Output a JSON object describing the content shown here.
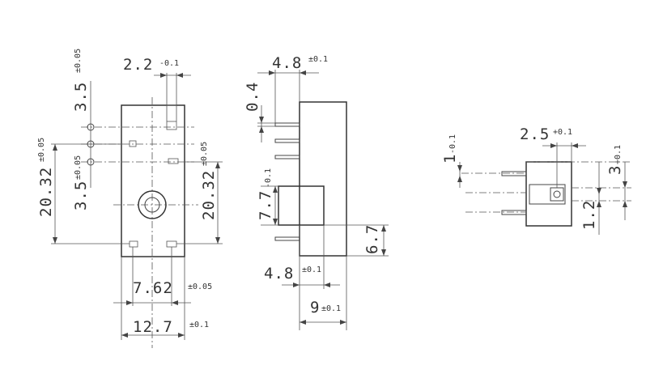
{
  "front_view": {
    "top_width": "2.2",
    "top_width_tol": "-0.1",
    "pitch_top": "3.5",
    "pitch_top_tol": "±0.05",
    "pitch_mid": "3.5",
    "pitch_mid_tol": "±0.05",
    "height_left": "20.32",
    "height_left_tol": "±0.05",
    "height_right": "20.32",
    "height_right_tol": "±0.05",
    "pin_span": "7.62",
    "pin_span_tol": "±0.05",
    "body_width": "12.7",
    "body_width_tol": "±0.1"
  },
  "side_view": {
    "top_offset": "4.8",
    "top_offset_tol": "±0.1",
    "pin_thickness": "0.4",
    "actuator_height": "7.7",
    "actuator_height_tol": "-0.1",
    "pin_length": "6.7",
    "bottom_offset": "4.8",
    "bottom_offset_tol": "±0.1",
    "body_depth": "9",
    "body_depth_tol": "±0.1"
  },
  "end_view": {
    "width": "2.5",
    "width_tol": "+0.1",
    "left_dim": "1",
    "left_dim_tol": "-0.1",
    "right_dim": "3",
    "right_dim_tol": "+0.1",
    "bottom_dim": "1.2"
  }
}
